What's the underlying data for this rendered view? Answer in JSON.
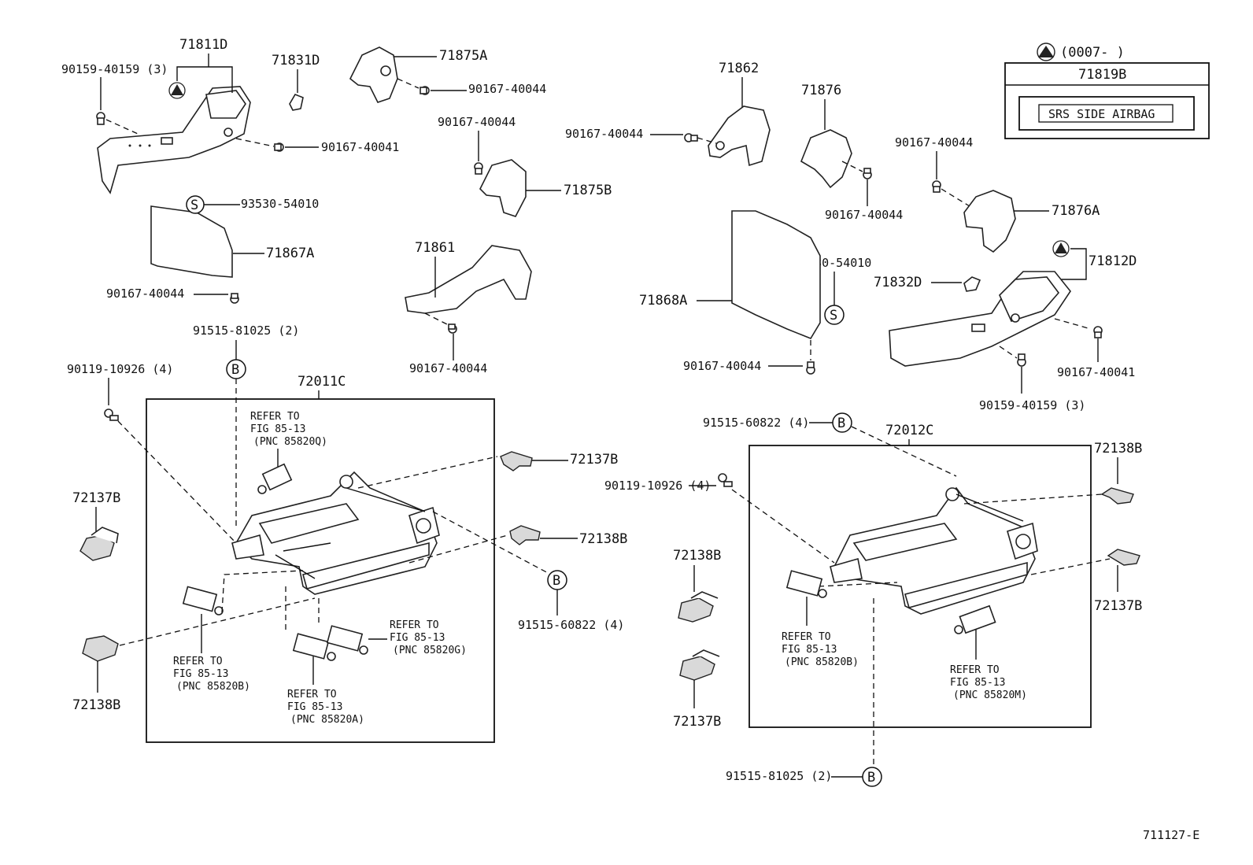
{
  "drawing_number": "711127-E",
  "legend": {
    "triangle_note": "(0007-        )",
    "part": "71819B",
    "label_text": "SRS SIDE AIRBAG"
  },
  "labels": {
    "p71811D": "71811D",
    "p71831D": "71831D",
    "p71875A": "71875A",
    "p90159_l": "90159-40159 (3)",
    "p90167_40044_a": "90167-40044",
    "p90167_40041_l": "90167-40041",
    "p90167_40044_b": "90167-40044",
    "p71875B": "71875B",
    "p93530_l": "93530-54010",
    "p71867A": "71867A",
    "p90167_40044_c": "90167-40044",
    "p71861": "71861",
    "p90167_40044_d": "90167-40044",
    "p91515_81025_l": "91515-81025 (2)",
    "p90119_l": "90119-10926 (4)",
    "p72011C": "72011C",
    "ref_q_1": "REFER TO",
    "ref_q_2": "FIG 85-13",
    "ref_q_3": "(PNC 85820Q)",
    "p72137B_lt": "72137B",
    "p72137B_mid": "72137B",
    "p72138B_mid": "72138B",
    "p91515_60822_l": "91515-60822 (4)",
    "p72138B_lb": "72138B",
    "ref_b_1": "REFER TO",
    "ref_b_2": "FIG 85-13",
    "ref_b_3": "(PNC 85820B)",
    "ref_a_1": "REFER TO",
    "ref_a_2": "FIG 85-13",
    "ref_a_3": "(PNC 85820A)",
    "ref_g_1": "REFER TO",
    "ref_g_2": "FIG 85-13",
    "ref_g_3": "(PNC 85820G)",
    "p71862": "71862",
    "p90167_40044_e": "90167-40044",
    "p71876": "71876",
    "p90167_40044_f": "90167-40044",
    "p90167_40044_g": "90167-40044",
    "p71876A": "71876A",
    "p71812D": "71812D",
    "p93530_r": "93530-54010",
    "p71832D": "71832D",
    "p71868A": "71868A",
    "p90167_40044_h": "90167-40044",
    "p90167_40041_r": "90167-40041",
    "p90159_r": "90159-40159 (3)",
    "p91515_60822_r": "91515-60822 (4)",
    "p72012C": "72012C",
    "p72138B_rt": "72138B",
    "p90119_r": "90119-10926 (4)",
    "p72138B_rm": "72138B",
    "p72137B_rm": "72137B",
    "p72137B_rr": "72137B",
    "ref_rb_1": "REFER TO",
    "ref_rb_2": "FIG 85-13",
    "ref_rb_3": "(PNC 85820B)",
    "ref_m_1": "REFER TO",
    "ref_m_2": "FIG 85-13",
    "ref_m_3": "(PNC 85820M)",
    "p91515_81025_r": "91515-81025 (2)"
  },
  "markers": {
    "s": "S",
    "b": "B"
  }
}
